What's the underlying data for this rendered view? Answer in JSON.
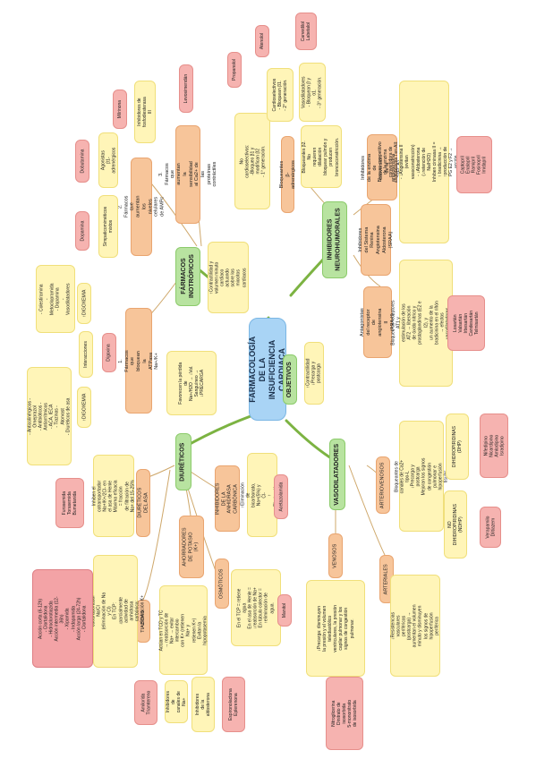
{
  "center": "FARMACOLOGÍA DE LA\nINSUFICIENCIA CARDIACA",
  "objetivos": {
    "title": "OBJETIVOS",
    "leaf": "↑Contractilidad\n↓Precarga y postcarga"
  },
  "inhibidores": {
    "title": "INHIBIDORES\nNEUROHUMORALES",
    "beta": {
      "label": "Bloqueantes β-adrenérgicos",
      "desc": "Bloqueantes β2. No\nrequieren dilatación\nbloquear pulmón y\nproducen\nbroncoconstricción.",
      "no_cardio": "No cardioselectivos:\n-Bloqueo β1 y modifican β2\n- 1° generación.",
      "propanolol": "Propanolol",
      "cardio": "Cardioselectivos\n- Bloquean β1.\n- 2° generación.",
      "atenolol": "Atenolol",
      "vasodil": "Vasodilatadores\n- Bloquean β y α1.\n- 3° generación.",
      "carvedilol": "Carvedilol\nLabetalol"
    },
    "sraa": {
      "label": "Inhibidores del Sistema\nRenina Angiotensina\nAldosterona (SRAA)",
      "ieca": "Inhibidores de la enzima\nde conversión de la\nangiotensina (IECA)",
      "ieca_desc": "Bloqueo competitivo de la enzima convertidora de\nangiotensina I en AII:\n- ↓Angiotensina II (evitan vasoconstricción)\n- ↓Aldosterona (↓retención de Na/H2O)\nInhiben cininasa II = ↑ bradicinina → ↑producción de\nPG E2 y F2 → acción vasodilatadora y antiproliferativa.",
      "ieca_drugs": "Captopril\nEnalapril\nRamipril\nFosinopril\nImidapril",
      "ara": "Antagonistas del receptor\nde angiotensina II\n(ARA-II)",
      "ara_desc": "Bloqueo de receptores AT1 y\nestimulación de los AT2 → liberación\nde óxido nítrico y prostaglandinas (E2 e I2), y\nun aumento de la bradicinina en el riñón → efectos\nvasodilatadores, natriuréticos y antifibróticos.",
      "ara_drugs": "Losartán\nValsartán\nIrbesartán\nCandesartán\nTelmisartán"
    }
  },
  "vaso": {
    "title": "VASODILATADORES",
    "arteriovenosos": "ARTERIOVENOSOS",
    "av_desc": "Bloqueantes de canales de Ca2+ tipo-L\n↓Precarga y postcarga\nMejoran los signos de congestión\npulmonar e hipoperfusión tisular",
    "dhp": "DIHIDROPIRIDINAS\n(DHP)",
    "dhp_drugs": "Nifedipino\nNicardipino\nAmlodipino\nIsradipino",
    "ndhp": "NO DIHIDROPIRIDINAS\n(NDHP)",
    "ndhp_drugs": "Verapamilo\nDiltiazem",
    "venosos": "VENOSOS",
    "ven_desc": "↓Precarga: disminuyen\nla presión y el volumen\ntelediastólico\nventriculares, la presión\ncapilar pulmonar y los\nsignos de congestión\npulmonar.",
    "ven_drugs": "Nitroglicerina\nDinitrato de isosorbida\n5-mononitrato de isosorbida",
    "arteriales": "ARTERIALES",
    "art_desc": "↓Resistencias vasculares periféricas\n(postcarga) → aumentan el volumen\nminuto y disminuyen los signos de\nhipoperfusión periférica"
  },
  "diureticos": {
    "title": "DIURÉTICOS",
    "asa": "DIURÉTICOS DEL ASA",
    "asa_desc": "Inhiben el cotransportador\nNa+/K+/2Cl- en el asa de Henle\nMáxima eficacia = fracción\nde filtración de Na+ del 15-25%",
    "asa_drugs": "Furosemida\nTorasemida\nBumetanida",
    "anhidrasa": "INHIBIDORES DE LA\nANHIDRASA CARBÓNICA",
    "anh_desc": "↑Eliminación de bicarbonato,\nNa+(5%) y Cl-\n↑ Eliminación de K+(70%)",
    "acetazolamida": "Acetazolamida",
    "ahorradores": "AHORRADORES\nDE POTASIO (K+)",
    "ahorr_desc": "Actúan en TCD y TC\n→ reabsorción de\nNa+ → evitar intercambio\ncon K+ (retienen Na+ y\nretienen K+)\nEvitan la hipopotasemia",
    "canales": "Inhibidores de\ncanales de Na+",
    "canales_drugs": "Amilorida\nTriamtereno",
    "aldosterona": "Inhibidores de la\naldosterona",
    "aldo_drugs": "Espironolactona\nEplerenona",
    "osmoticos": "OSMÓTICOS",
    "osm_desc": "En el TCP = retiene agua\nEn el asa de Henle =\n↓reabsorción de Na+\nEn túbulo colector =\n↑eliminación de agua.",
    "manitol": "Manitol",
    "tiazidas": "TIAZIDAS",
    "tiaz_desc": "En TCD inhiben cotransportador Na/Cl\n(eliminación de Na y Cl)\nEn TCP: ↓parcialmente actividad de\nanhidrasa carbónica: ↑eliminación K+",
    "tiaz_note": "Acción corta (6-12h)\n- Clortalidona\n- Hidroclorotiazida\nAcción intermedia (12-36h)\n- Xipamida\n- Indapamida\nAcción larga (24-72h)\n- Clortalidona"
  },
  "inotropicos": {
    "title": "FÁRMACOS\nINOTRÓPICOS",
    "leaf": "↑Contractilidad y\nvolumen minuto\ncardíaco actuando\nsobre los miocitos\ncardíacos",
    "f1": "1. Fármacos que bloquean la\nATPasa Na+/K+",
    "digoxina": "Digoxina",
    "interacciones": "Interacciones",
    "up": "↑DIGOXEMIA",
    "up_desc": "- Colestiramina\n- Metoclopramida\n- Dopamina\n- Vasodilatadores",
    "down": "↑DIGOXEMIA",
    "down_desc": "- Anticolinérgicos - Omeprazol\n- Antibióticos - Antiarrítmicos\n- ACA, IECA\n- Tiazinas - Atorvast\n- Diuréticos de asa",
    "favor": "Favorecen la pérdida de\nNa+/H2O → ↓Vol.\nSanguíneo →\n↓PRECARGA",
    "f2": "2. Fármacos que aumentan los\nniveles celulares de AMPc",
    "agonistas": "Agonistas\nβ1-adrenérgicos",
    "dobutamina": "Dobutamina",
    "simpat": "Simpaticomiméticos\nmixtos",
    "dopamina": "Dopamina",
    "fosfo": "Inhibidores de\nfosfodiesterasa III",
    "milrinona": "Milrinona",
    "f3": "3. Fármacos que aumentan la\nsensibilidad al Ca2+ de las\nproteínas contráctiles",
    "levosimendan": "Levosimendán"
  }
}
